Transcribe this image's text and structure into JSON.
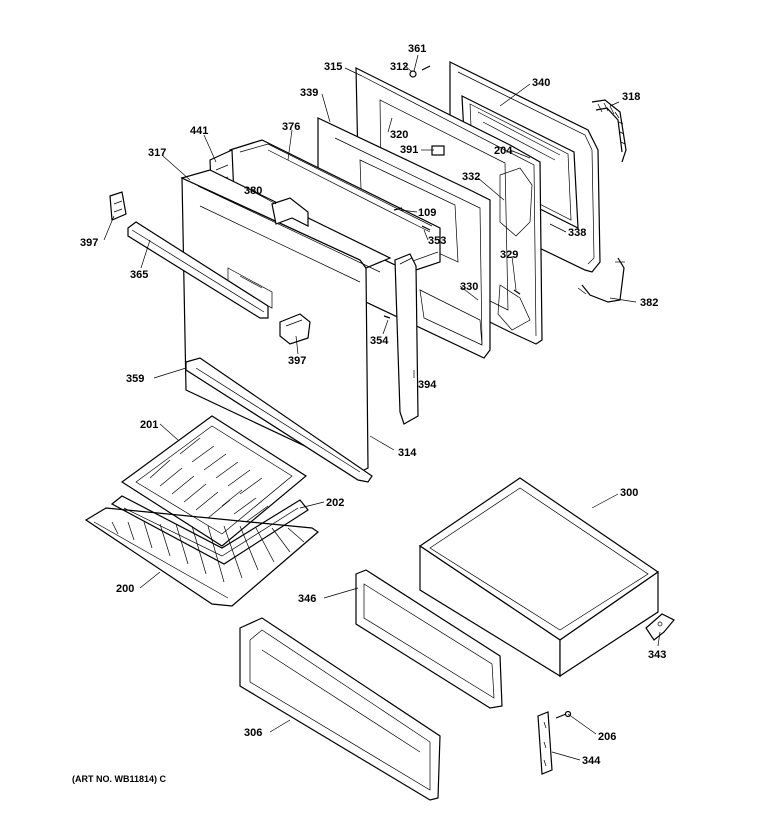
{
  "caption": "(ART NO. WB11814) C",
  "labels": {
    "p361": "361",
    "p312": "312",
    "p315": "315",
    "p340": "340",
    "p318": "318",
    "p339": "339",
    "p320": "320",
    "p441": "441",
    "p376": "376",
    "p391": "391",
    "p204": "204",
    "p317": "317",
    "p380": "380",
    "p332": "332",
    "p109": "109",
    "p397a": "397",
    "p353": "353",
    "p338": "338",
    "p365": "365",
    "p329": "329",
    "p330": "330",
    "p382": "382",
    "p354": "354",
    "p397b": "397",
    "p359": "359",
    "p394": "394",
    "p201": "201",
    "p314": "314",
    "p300": "300",
    "p202": "202",
    "p200": "200",
    "p346": "346",
    "p343": "343",
    "p306": "306",
    "p206": "206",
    "p344": "344"
  }
}
